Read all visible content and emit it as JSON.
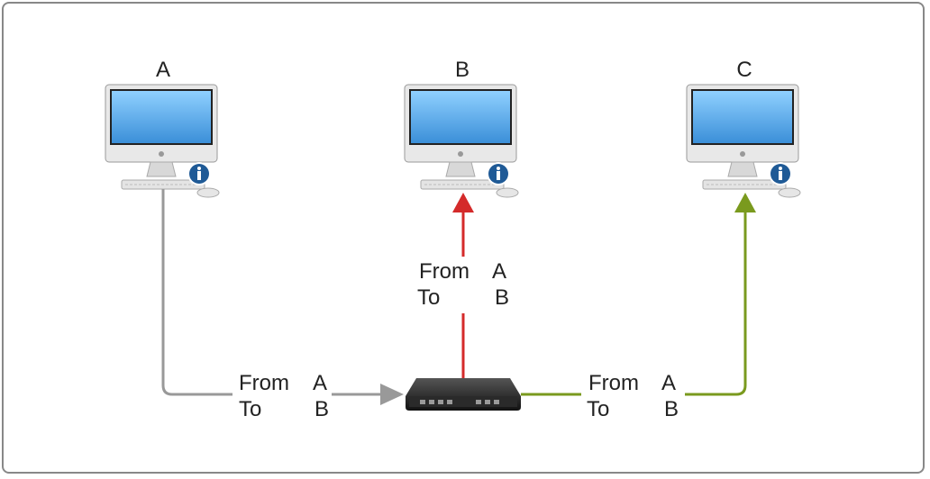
{
  "computers": [
    {
      "name": "A"
    },
    {
      "name": "B"
    },
    {
      "name": "C"
    }
  ],
  "packet_labels": [
    {
      "from_label": "From",
      "from_value": "A",
      "to_label": "To",
      "to_value": "B"
    },
    {
      "from_label": "From",
      "from_value": "A",
      "to_label": "To",
      "to_value": "B"
    },
    {
      "from_label": "From",
      "from_value": "A",
      "to_label": "To",
      "to_value": "B"
    }
  ],
  "colors": {
    "link_a": "#999999",
    "link_b": "#d42a2a",
    "link_c": "#7a9a1e"
  }
}
